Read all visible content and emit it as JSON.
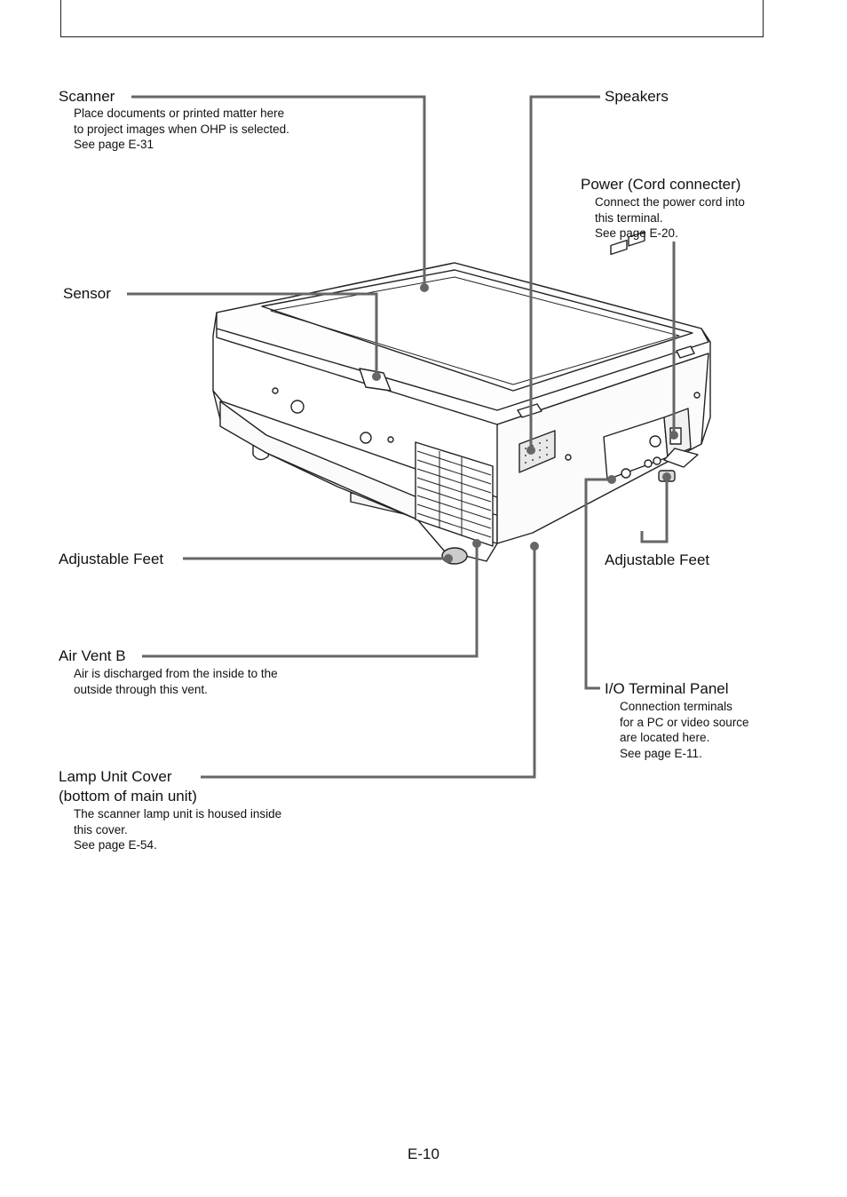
{
  "labels": {
    "scanner": {
      "title": "Scanner",
      "desc": [
        "Place documents or printed matter here",
        "to project images when OHP is selected.",
        "See page E-31"
      ]
    },
    "speakers": {
      "title": "Speakers"
    },
    "power": {
      "title": "Power (Cord connecter)",
      "desc": [
        "Connect the power cord into",
        "this terminal.",
        "See page E-20."
      ]
    },
    "sensor": {
      "title": "Sensor"
    },
    "feet_left": {
      "title": "Adjustable Feet"
    },
    "feet_right": {
      "title": "Adjustable Feet"
    },
    "air_vent": {
      "title": "Air Vent B",
      "desc": [
        "Air is discharged from the inside to the",
        "outside through this vent."
      ]
    },
    "io_panel": {
      "title": "I/O Terminal Panel",
      "desc": [
        "Connection terminals",
        "for a PC or video source",
        "are located here.",
        "See page E-11."
      ]
    },
    "lamp_cover": {
      "title": "Lamp Unit Cover",
      "title2": "(bottom of main unit)",
      "desc": [
        "The scanner lamp unit is housed inside",
        "this cover.",
        "See page E-54."
      ]
    }
  },
  "page_number": "E-10",
  "colors": {
    "leader": "#666666",
    "line": "#222222"
  }
}
